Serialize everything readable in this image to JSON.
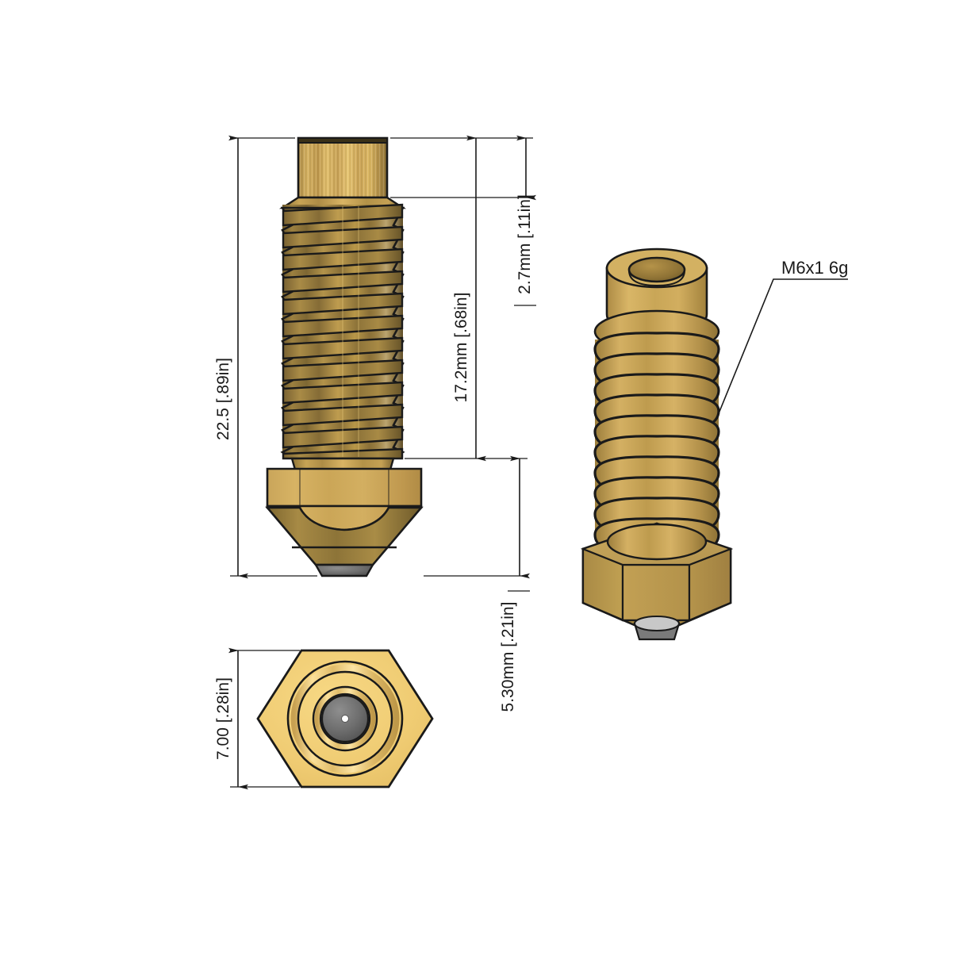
{
  "drawing": {
    "title": "3D printer brass nozzle technical drawing",
    "background_color": "#ffffff",
    "line_color": "#1a1a1a",
    "brass_light": "#F0CC72",
    "brass_mid": "#C5A055",
    "brass_dark": "#8F7436",
    "tip_gray": "#6A6A6A",
    "tip_gray_dark": "#4A4A4A"
  },
  "views": {
    "front": {
      "name": "front-elevation-view"
    },
    "bottom": {
      "name": "bottom-end-view"
    },
    "iso": {
      "name": "isometric-3d-view"
    }
  },
  "dimensions": {
    "overall_length": "22.5 [.89in]",
    "thread_length": "17.2mm [.68in]",
    "top_cylinder": "2.7mm [.11in]",
    "hex_height": "5.30mm [.21in]",
    "hex_width": "7.00 [.28in]"
  },
  "callouts": {
    "thread_spec": "M6x1 6g"
  }
}
